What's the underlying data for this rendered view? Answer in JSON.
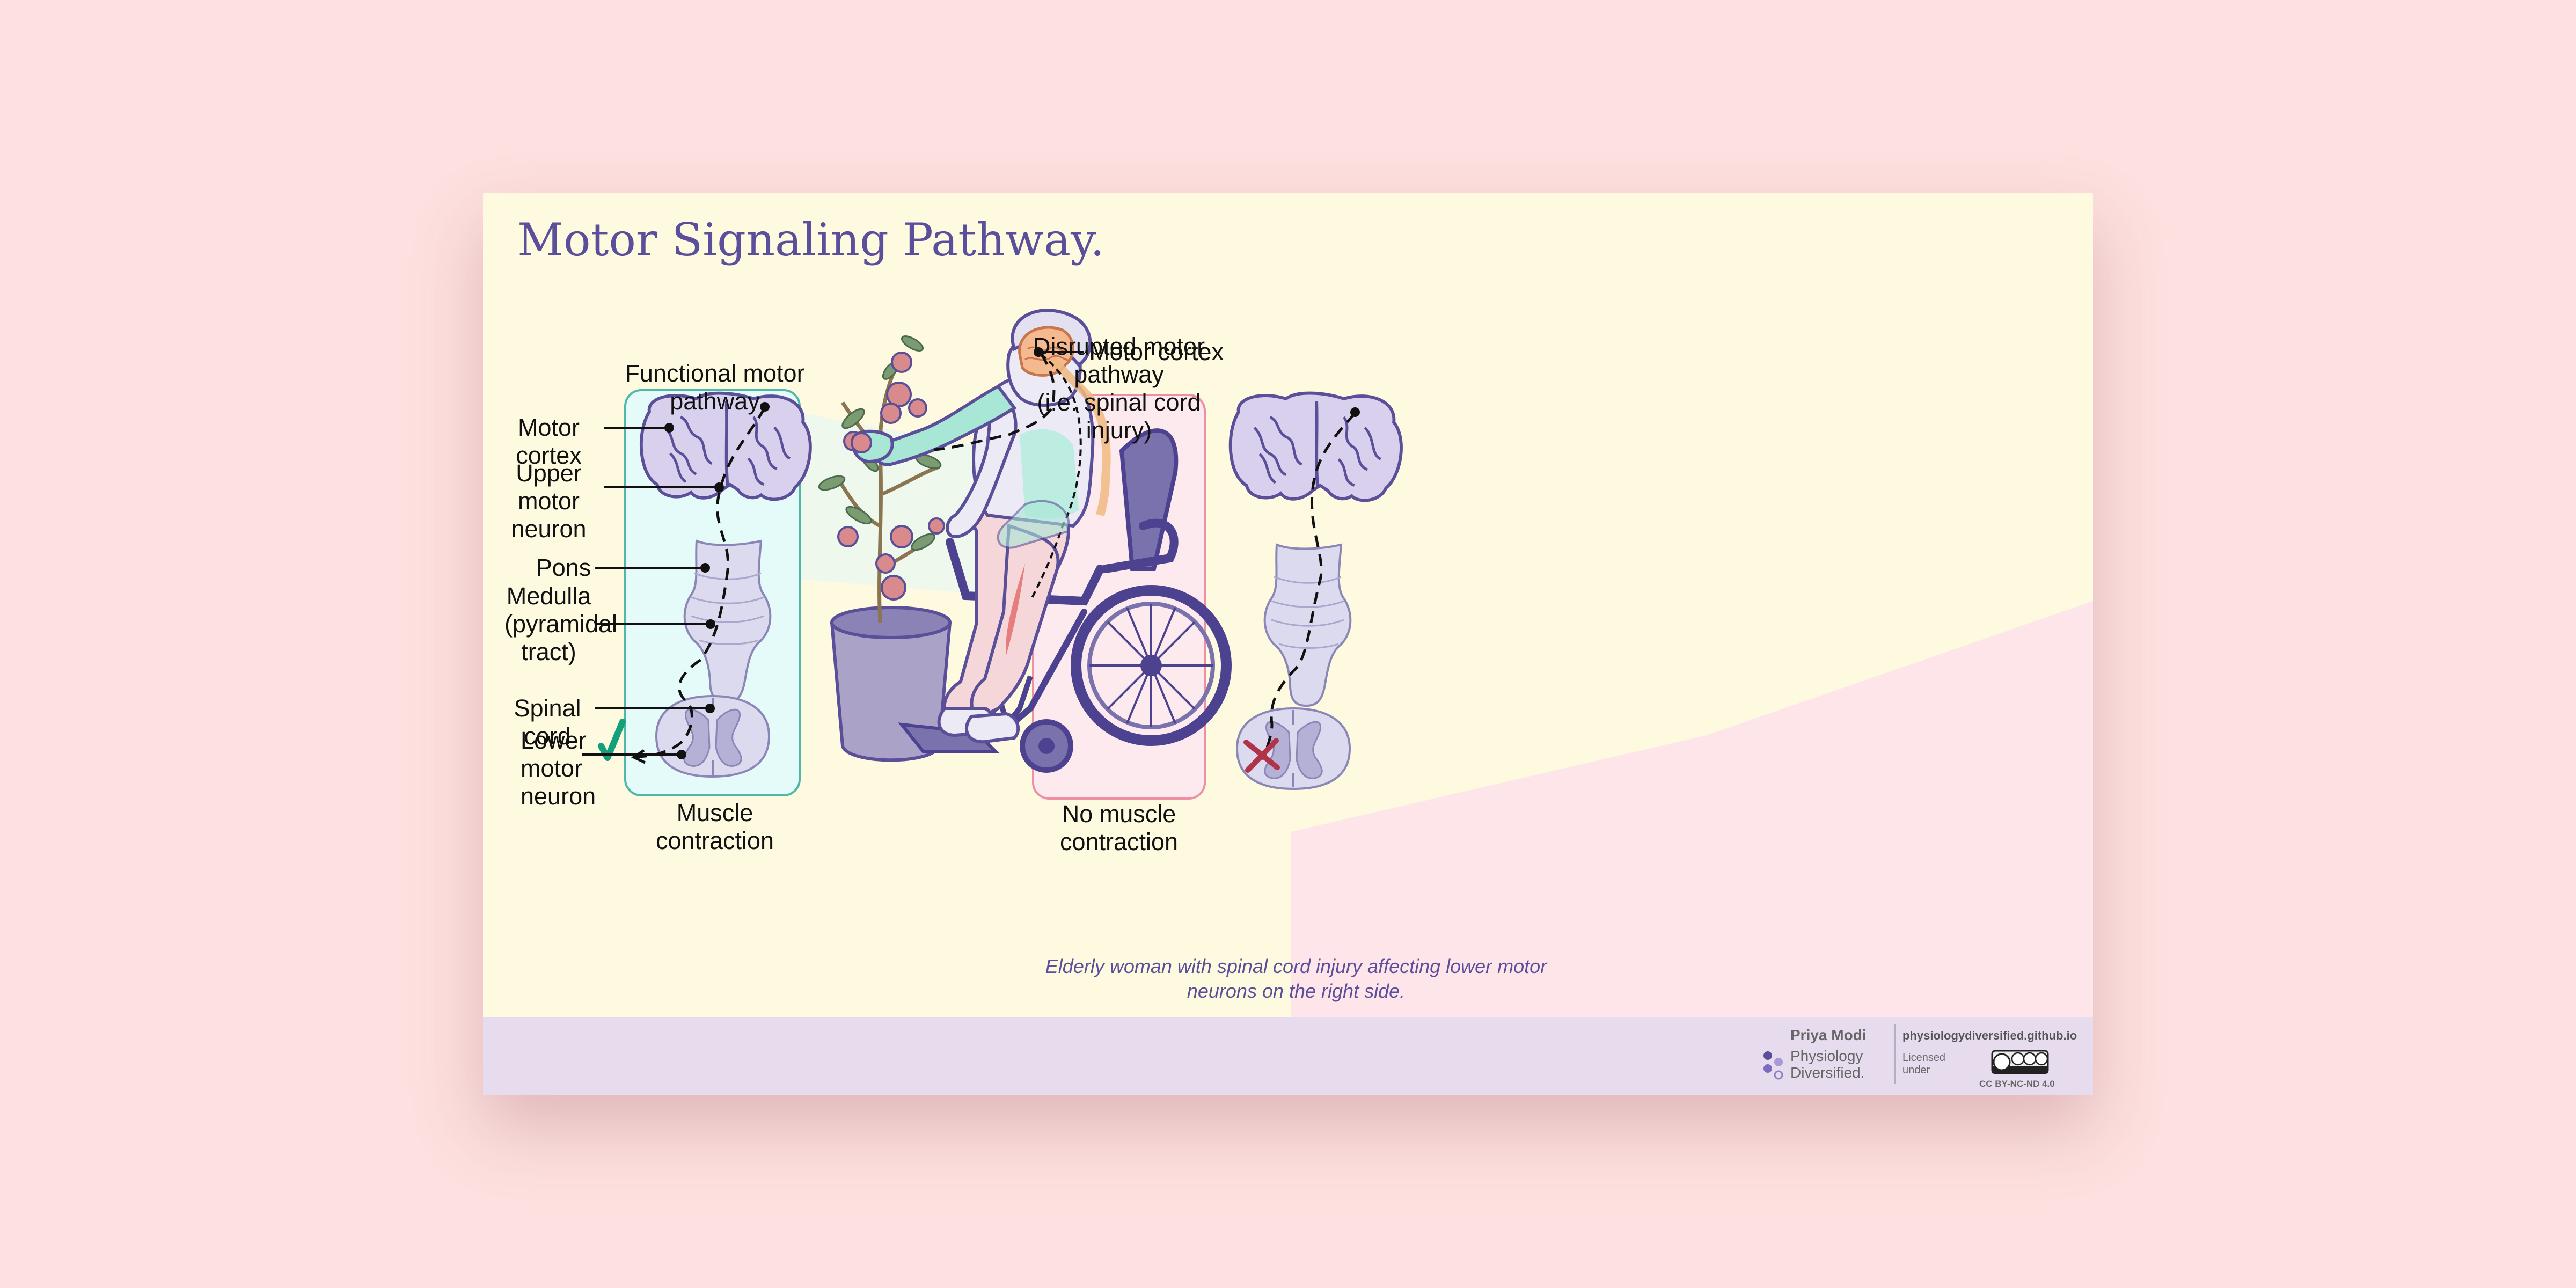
{
  "title": "Motor Signaling Pathway.",
  "left_panel": {
    "heading": "Functional motor pathway",
    "labels": {
      "motor_cortex": "Motor cortex",
      "upper_motor_neuron": "Upper motor\nneuron",
      "pons": "Pons",
      "medulla": "Medulla\n(pyramidal\ntract)",
      "spinal_cord": "Spinal cord",
      "lower_motor_neuron": "Lower\nmotor\nneuron"
    },
    "outcome": "Muscle contraction",
    "status_icon": "check-icon"
  },
  "center": {
    "motor_cortex_label": "Motor cortex",
    "caption": "Elderly woman with spinal cord injury affecting lower motor neurons on the right side."
  },
  "right_panel": {
    "heading": "Disrupted motor pathway\n(i.e. spinal cord injury)",
    "outcome": "No muscle contraction",
    "status_icon": "cross-icon"
  },
  "footer": {
    "author": "Priya Modi",
    "brand": "Physiology\nDiversified.",
    "website": "physiologydiversified.github.io",
    "licensed_under": "Licensed\nunder",
    "license": "CC BY-NC-ND 4.0"
  },
  "colors": {
    "title": "#5b4f9c",
    "functional_panel": "#e5fbfa",
    "disrupted_panel": "#fdeaee",
    "check": "#13a07a",
    "cross": "#b0334a"
  }
}
